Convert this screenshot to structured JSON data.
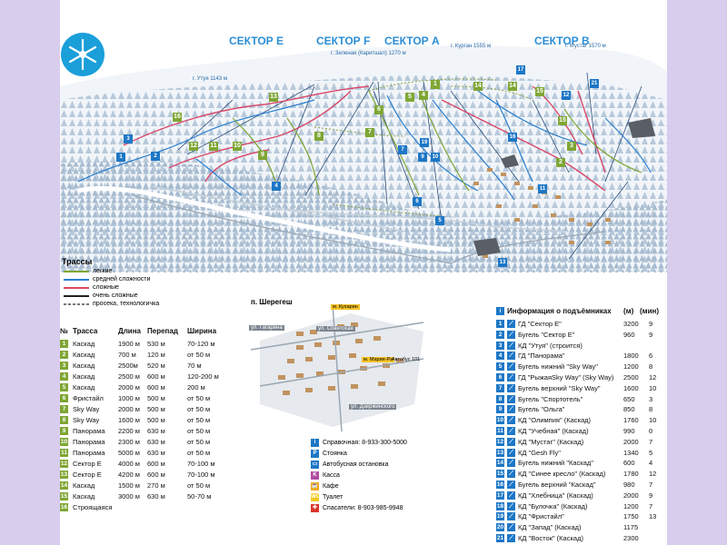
{
  "sectors": [
    "СЕКТОР Е",
    "СЕКТОР F",
    "СЕКТОР А",
    "СЕКТОР В"
  ],
  "peaks": {
    "zelenaya": "г. Зеленая (Каритшал) 1270 м",
    "kurgan": "г. Курган 1555 м",
    "mustag": "г. Мустаг 1570 м",
    "utuya": "г. Утуя 1143 м"
  },
  "legend": {
    "title": "Трассы",
    "items": [
      {
        "label": "легкие",
        "color": "#7fa634",
        "style": "solid"
      },
      {
        "label": "средней сложности",
        "color": "#2a7fcf",
        "style": "solid"
      },
      {
        "label": "сложные",
        "color": "#d9486a",
        "style": "solid"
      },
      {
        "label": "очень сложные",
        "color": "#222222",
        "style": "solid"
      },
      {
        "label": "просека, технологичка",
        "color": "#777777",
        "style": "dashed"
      }
    ]
  },
  "village": {
    "title": "п. Шерегеш",
    "streets": [
      "ул. Гагарина",
      "ул. Советская",
      "ул. Дзержинского"
    ],
    "labels": [
      "м. Кухарин",
      "м. Мария-Ра",
      "Автобус 101"
    ]
  },
  "trails": {
    "headers": [
      "№",
      "Трасса",
      "Длина",
      "Перепад",
      "Ширина"
    ],
    "rows": [
      {
        "n": "1",
        "name": "Каскад",
        "length": "1900 м",
        "drop": "530 м",
        "width": "70-120 м"
      },
      {
        "n": "2",
        "name": "Каскад",
        "length": "700 м",
        "drop": "120 м",
        "width": "от 50 м"
      },
      {
        "n": "3",
        "name": "Каскад",
        "length": "2500м",
        "drop": "520 м",
        "width": "70 м"
      },
      {
        "n": "4",
        "name": "Каскад",
        "length": "2500 м",
        "drop": "600 м",
        "width": "120-200 м"
      },
      {
        "n": "5",
        "name": "Каскад",
        "length": "2000 м",
        "drop": "600 м",
        "width": "200 м"
      },
      {
        "n": "6",
        "name": "Фристайл",
        "length": "1000 м",
        "drop": "500 м",
        "width": "от 50 м"
      },
      {
        "n": "7",
        "name": "Sky Way",
        "length": "2000 м",
        "drop": "500 м",
        "width": "от 50 м"
      },
      {
        "n": "8",
        "name": "Sky Way",
        "length": "1600 м",
        "drop": "500 м",
        "width": "от 50 м"
      },
      {
        "n": "9",
        "name": "Панорама",
        "length": "2200 м",
        "drop": "630 м",
        "width": "от 50 м"
      },
      {
        "n": "10",
        "name": "Панорама",
        "length": "2300 м",
        "drop": "630 м",
        "width": "от 50 м"
      },
      {
        "n": "11",
        "name": "Панорама",
        "length": "5000 м",
        "drop": "630 м",
        "width": "от 50 м"
      },
      {
        "n": "12",
        "name": "Сектор Е",
        "length": "4000 м",
        "drop": "600 м",
        "width": "70-100 м"
      },
      {
        "n": "13",
        "name": "Сектор Е",
        "length": "4200 м",
        "drop": "600 м",
        "width": "70-100 м"
      },
      {
        "n": "14",
        "name": "Каскад",
        "length": "1500 м",
        "drop": "270 м",
        "width": "от 50 м"
      },
      {
        "n": "15",
        "name": "Каскад",
        "length": "3000 м",
        "drop": "630 м",
        "width": "50-70 м"
      },
      {
        "n": "16",
        "name": "Строящаяся",
        "length": "",
        "drop": "",
        "width": ""
      }
    ]
  },
  "services": [
    {
      "icon": "info",
      "color": "#1d77c6",
      "glyph": "i",
      "label": "Справочная: 8-933-300-5000"
    },
    {
      "icon": "parking",
      "color": "#1d77c6",
      "glyph": "P",
      "label": "Стоянка"
    },
    {
      "icon": "bus",
      "color": "#1d77c6",
      "glyph": "▭",
      "label": "Автобусная остановка"
    },
    {
      "icon": "ticket",
      "color": "#b04aa0",
      "glyph": "K",
      "label": "Касса"
    },
    {
      "icon": "cafe",
      "color": "#f2a81d",
      "glyph": "☕",
      "label": "Кафе"
    },
    {
      "icon": "wc",
      "color": "#f2c81d",
      "glyph": "WC",
      "label": "Туалет"
    },
    {
      "icon": "rescue",
      "color": "#d9362b",
      "glyph": "✚",
      "label": "Спасатели: 8-903-985-9948"
    }
  ],
  "lifts": {
    "title": "Информация о подъёмниках",
    "col_m": "(м)",
    "col_min": "(мин)",
    "rows": [
      {
        "n": "1",
        "name": "ГД \"Сектор Е\"",
        "m": "3200",
        "min": "9"
      },
      {
        "n": "2",
        "name": "Бугель \"Сектор Е\"",
        "m": "960",
        "min": "9"
      },
      {
        "n": "3",
        "name": "КД \"Утуя\" (строится)",
        "m": "",
        "min": ""
      },
      {
        "n": "4",
        "name": "ГД \"Панорама\"",
        "m": "1800",
        "min": "6"
      },
      {
        "n": "5",
        "name": "Бугель нижний \"Sky Way\"",
        "m": "1200",
        "min": "8"
      },
      {
        "n": "6",
        "name": "ГД \"РыжаяSky Way\" (Sky Way)",
        "m": "2500",
        "min": "12"
      },
      {
        "n": "7",
        "name": "Бугель верхний \"Sky Way\"",
        "m": "1600",
        "min": "10"
      },
      {
        "n": "8",
        "name": "Бугель \"Спортотель\"",
        "m": "650",
        "min": "3"
      },
      {
        "n": "9",
        "name": "Бугель \"Ольга\"",
        "m": "850",
        "min": "8"
      },
      {
        "n": "10",
        "name": "КД \"Олимпия\" (Каскад)",
        "m": "1760",
        "min": "10"
      },
      {
        "n": "11",
        "name": "КД \"Учебная\" (Каскад)",
        "m": "990",
        "min": "0"
      },
      {
        "n": "12",
        "name": "КД \"Мустаг\" (Каскад)",
        "m": "2000",
        "min": "7"
      },
      {
        "n": "13",
        "name": "КД \"Gesh Fly\"",
        "m": "1340",
        "min": "5"
      },
      {
        "n": "14",
        "name": "Бугель нижний \"Каскад\"",
        "m": "600",
        "min": "4"
      },
      {
        "n": "15",
        "name": "КД \"Синее кресло\" (Каскад)",
        "m": "1780",
        "min": "12"
      },
      {
        "n": "16",
        "name": "Бугель верхний \"Каскад\"",
        "m": "980",
        "min": "7"
      },
      {
        "n": "17",
        "name": "КД \"Хлебница\" (Каскад)",
        "m": "2000",
        "min": "9"
      },
      {
        "n": "18",
        "name": "КД \"Булочка\" (Каскад)",
        "m": "1200",
        "min": "7"
      },
      {
        "n": "19",
        "name": "КД \"Фристайл\"",
        "m": "1750",
        "min": "13"
      },
      {
        "n": "20",
        "name": "КД \"Запад\" (Каскад)",
        "m": "1175",
        "min": ""
      },
      {
        "n": "21",
        "name": "КД \"Восток\" (Каскад)",
        "m": "2300",
        "min": ""
      }
    ]
  },
  "colors": {
    "green": "#7fa634",
    "blue": "#1d77c6",
    "red": "#d9486a",
    "dark": "#222222",
    "snow": "#eef3f8",
    "tree": "#b6c6d8"
  }
}
